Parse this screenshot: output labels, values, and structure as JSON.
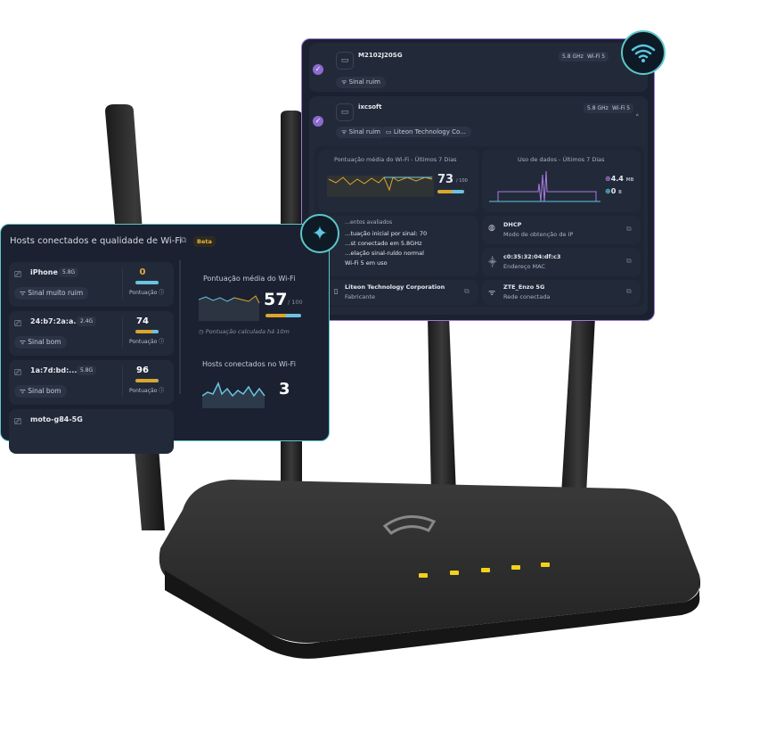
{
  "right_card": {
    "hosts": [
      {
        "name": "M2102J20SG",
        "band": "5.8 GHz",
        "standard": "Wi-Fi 5",
        "signal": "Sinal ruim"
      },
      {
        "name": "ixcsoft",
        "band": "5.8 GHz",
        "standard": "Wi-Fi 5",
        "signal": "Sinal ruim",
        "vendor_chip": "Liteon Technology Co..."
      }
    ],
    "wifi_score": {
      "title": "Pontuação média do Wi-Fi - Últimos 7 Dias",
      "value": "73",
      "max": "/ 100",
      "fraction": 0.73
    },
    "data_usage": {
      "title": "Uso de dados - Últimos 7 Dias",
      "download": "4.4",
      "download_unit": "MB",
      "upload": "0",
      "upload_unit": "B"
    },
    "evaluated": {
      "title": "…entos avaliados",
      "items": [
        "…tuação inicial por sinal: 70",
        "…st conectado em 5.8GHz",
        "…elação sinal-ruído normal",
        "Wi-Fi 5 em uso"
      ]
    },
    "info": [
      {
        "value": "DHCP",
        "label": "Modo de obtenção de IP",
        "icon": "globe-icon"
      },
      {
        "value": "c0:35:32:04:df:c3",
        "label": "Endereço MAC",
        "icon": "network-icon"
      },
      {
        "value": "Liteon Technology Corporation",
        "label": "Fabricante",
        "icon": "device-icon"
      },
      {
        "value": "ZTE_Enzo 5G",
        "label": "Rede conectada",
        "icon": "wifi-icon"
      }
    ]
  },
  "left_card": {
    "title": "Hosts conectados e qualidade de Wi-Fi",
    "badge": "Beta",
    "score_label": "Pontuação",
    "hosts": [
      {
        "name": "iPhone",
        "band": "5.8G",
        "signal": "Sinal muito ruim",
        "score": "0",
        "fraction": 0.0,
        "score_color": "#e8a93a"
      },
      {
        "name": "24:b7:2a:a...",
        "band": "2.4G",
        "signal": "Sinal bom",
        "score": "74",
        "fraction": 0.74,
        "score_color": "#ffffff"
      },
      {
        "name": "1a:7d:bd:...",
        "band": "5.8G",
        "signal": "Sinal bom",
        "score": "96",
        "fraction": 0.96,
        "score_color": "#ffffff"
      },
      {
        "name": "moto-g84-5G"
      }
    ],
    "avg_title": "Pontuação média do Wi-Fi",
    "avg_value": "57",
    "avg_max": "/ 100",
    "avg_fraction": 0.57,
    "calc_note": "Pontuação calculada há 10m",
    "hosts_title": "Hosts conectados no Wi-Fi",
    "hosts_count": "3"
  },
  "colors": {
    "accent_purple": "#9b7ad6",
    "accent_teal": "#5cc7c9",
    "led": "#f2d21c"
  }
}
